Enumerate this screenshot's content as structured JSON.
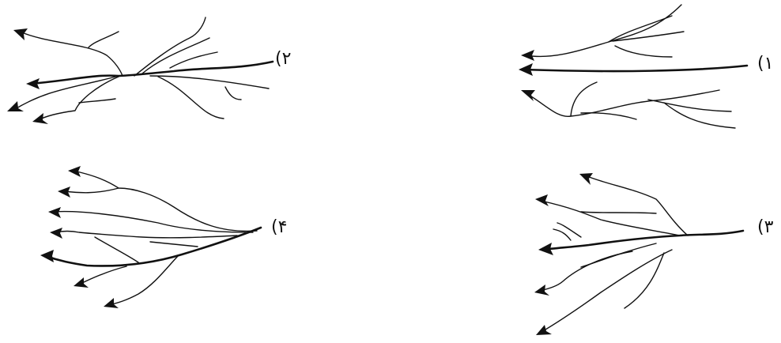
{
  "diagrams": [
    {
      "id": "1",
      "label": "(۱"
    },
    {
      "id": "2",
      "label": "(۲"
    },
    {
      "id": "3",
      "label": "(۳"
    },
    {
      "id": "4",
      "label": "(۴"
    }
  ],
  "colors": {
    "stroke": "#111111",
    "background": "#ffffff"
  }
}
